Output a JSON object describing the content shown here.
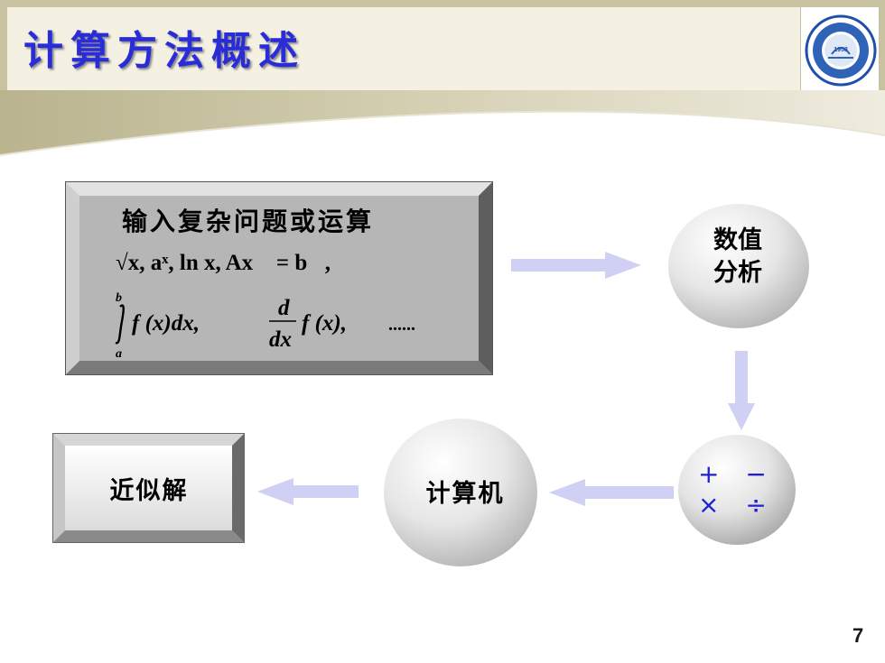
{
  "slide": {
    "title": "计算方法概述",
    "page_number": "7"
  },
  "logo": {
    "year": "1958"
  },
  "input_box": {
    "heading": "输入复杂问题或运算",
    "math_row1": "√x,  aˣ,  ln x,  Ax⃗ = b⃗,",
    "integral_upper": "b",
    "integral_lower": "a",
    "integral_text": "f (x)dx,",
    "deriv_num": "d",
    "deriv_den": "dx",
    "deriv_text": "f (x),",
    "ellipsis": "......"
  },
  "numerical_analysis": {
    "line1": "数值",
    "line2": "分析"
  },
  "operations": {
    "line1": "+ −",
    "line2": "× ÷"
  },
  "computer": {
    "label": "计算机"
  },
  "approximation": {
    "label": "近似解"
  },
  "colors": {
    "title": "#2a2cd8",
    "arrow": "#cfd0f4",
    "operations": "#2020d0",
    "header_band": "#cfc9a8"
  }
}
